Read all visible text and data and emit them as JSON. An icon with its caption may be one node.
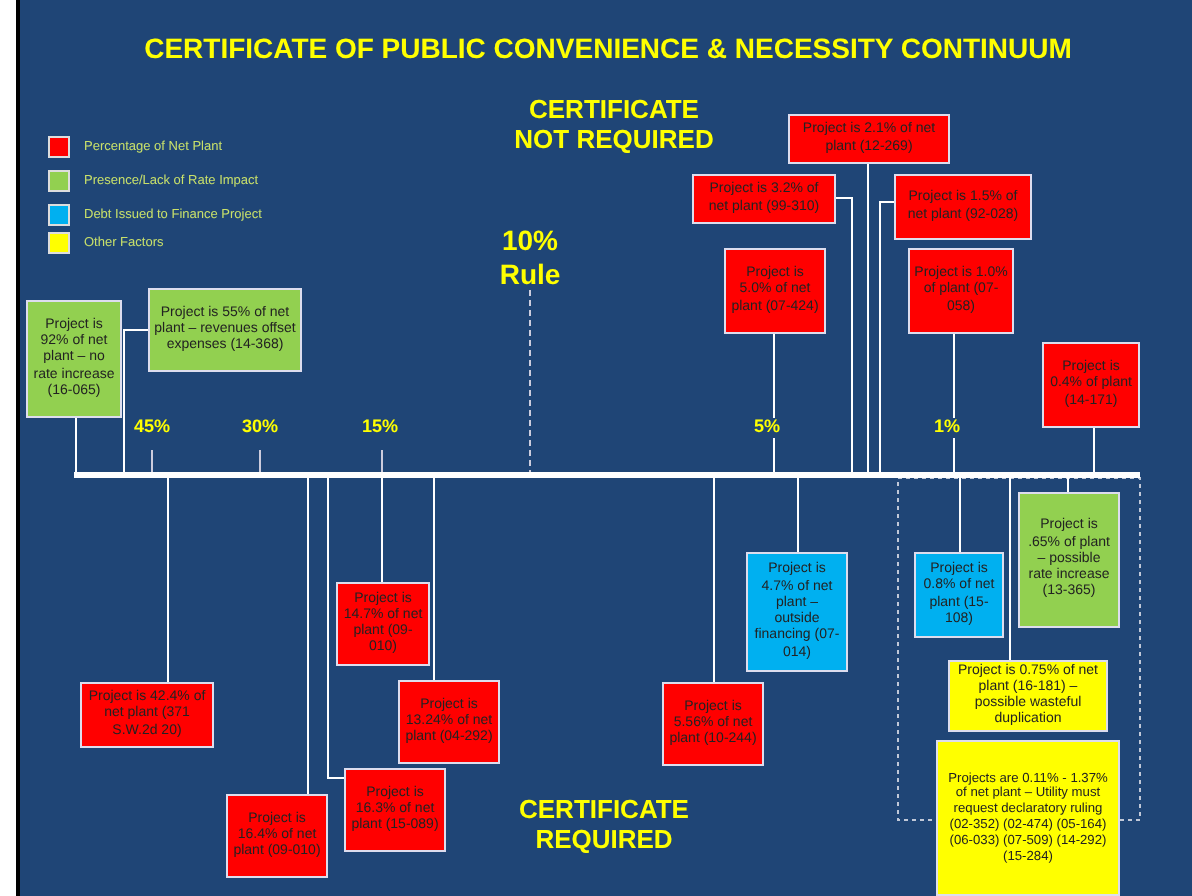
{
  "diagram": {
    "title": "CERTIFICATE OF PUBLIC CONVENIENCE & NECESSITY CONTINUUM",
    "nodes": [
      {
        "text": [],
        "shape": "bar"
      },
      {
        "text": [
          "Project is 92% of net plant – no rate increase (16-065)"
        ]
      },
      {
        "text": [
          "Project is 55% of net plant – revenues offset expenses (14-368)"
        ]
      },
      {
        "text": [
          "Project is 2.1% of net plant (12-269)"
        ]
      },
      {
        "text": [
          "Project is 3.2% of net plant (99-310)"
        ]
      },
      {
        "text": [
          "Project is 1.5% of net plant (92-028)"
        ]
      },
      {
        "text": [
          "Project is 5.0% of net plant (07-424)"
        ]
      },
      {
        "text": [
          "Project is 1.0% of plant (07-058)"
        ]
      },
      {
        "text": [
          "Project is 0.4% of plant (14-171)"
        ]
      },
      {
        "text": [
          "Project is 42.4% of net plant (371 S.W.2d 20)"
        ]
      },
      {
        "text": [
          "Project is 14.7% of net plant (09-010)"
        ]
      },
      {
        "text": [
          "Project is 13.24% of net plant (04-292)"
        ]
      },
      {
        "text": [
          "Project is 16.4% of net plant (09-010)"
        ]
      },
      {
        "text": [
          "Project is 16.3% of net plant (15-089)"
        ]
      },
      {
        "text": [
          "Project is 5.56% of net plant (10-244)"
        ]
      },
      {
        "text": [
          "Project is 4.7% of net plant – outside financing (07-014)"
        ]
      },
      {
        "text": [
          "Project is 0.8% of net plant (15-108)"
        ]
      },
      {
        "text": [
          "Project is .65% of plant – possible rate increase (13-365)"
        ]
      },
      {
        "text": [
          "Project is 0.75% of net plant (16-181) – possible wasteful duplication"
        ]
      },
      {
        "text": [
          "Projects are 0.11% - 1.37% of net plant – Utility must request declaratory ruling (02-352) (02-474) (05-164) (06-033) (07-509) (14-292) (15-284)"
        ]
      }
    ],
    "edges": [
      {
        "from": 1,
        "to": 0,
        "arrow": "none"
      },
      {
        "from": 2,
        "to": 0,
        "arrow": "none"
      },
      {
        "from": 3,
        "to": 0,
        "arrow": "none"
      },
      {
        "from": 4,
        "to": 0,
        "arrow": "none"
      },
      {
        "from": 5,
        "to": 0,
        "arrow": "none"
      },
      {
        "from": 6,
        "to": 0,
        "arrow": "none"
      },
      {
        "from": 7,
        "to": 0,
        "arrow": "none"
      },
      {
        "from": 8,
        "to": 0,
        "arrow": "none"
      },
      {
        "from": 9,
        "to": 0,
        "arrow": "none"
      },
      {
        "from": 10,
        "to": 0,
        "arrow": "none"
      },
      {
        "from": 11,
        "to": 0,
        "arrow": "none"
      },
      {
        "from": 12,
        "to": 0,
        "arrow": "none"
      },
      {
        "from": 13,
        "to": 0,
        "arrow": "none"
      },
      {
        "from": 14,
        "to": 0,
        "arrow": "none"
      },
      {
        "from": 15,
        "to": 0,
        "arrow": "none"
      },
      {
        "from": 16,
        "to": 0,
        "arrow": "none"
      },
      {
        "from": 17,
        "to": 0,
        "arrow": "none"
      },
      {
        "from": 18,
        "to": 0,
        "arrow": "none"
      }
    ],
    "labels": [
      "CERTIFICATE NOT REQUIRED",
      "10% Rule",
      "45%",
      "30%",
      "15%",
      "5%",
      "1%",
      "CERTIFICATE REQUIRED"
    ],
    "legend": [
      {
        "text": "Percentage of Net Plant",
        "color": "#ff0000"
      },
      {
        "text": "Presence/Lack of Rate Impact",
        "color": "#92d050"
      },
      {
        "text": "Debt Issued to Finance  Project",
        "color": "#00b0f0"
      },
      {
        "text": "Other Factors",
        "color": "#ffff00"
      }
    ]
  }
}
